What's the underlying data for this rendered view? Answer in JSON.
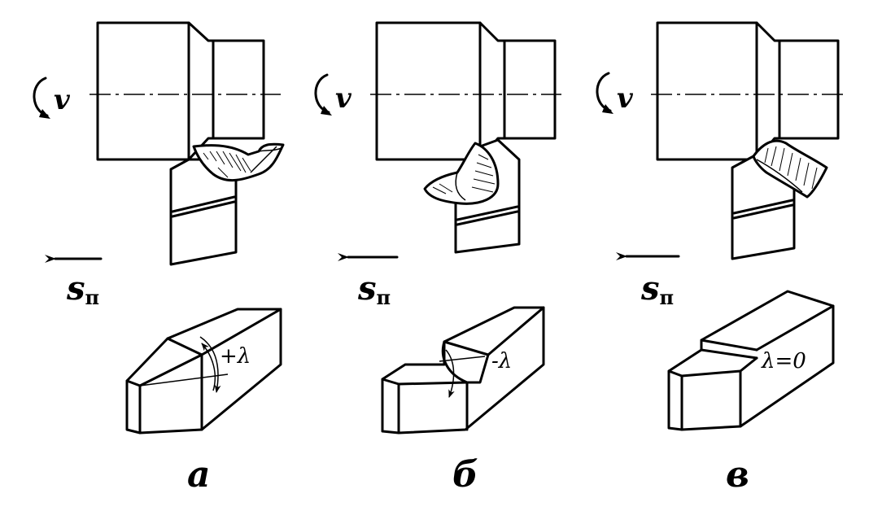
{
  "panels": [
    {
      "id": "a",
      "label": "а",
      "rotation": "v",
      "feed": "s",
      "feed_sub": "п",
      "angle": "+λ"
    },
    {
      "id": "b",
      "label": "б",
      "rotation": "v",
      "feed": "s",
      "feed_sub": "п",
      "angle": "-λ"
    },
    {
      "id": "c",
      "label": "в",
      "rotation": "v",
      "feed": "s",
      "feed_sub": "п",
      "angle": "λ=0"
    }
  ]
}
